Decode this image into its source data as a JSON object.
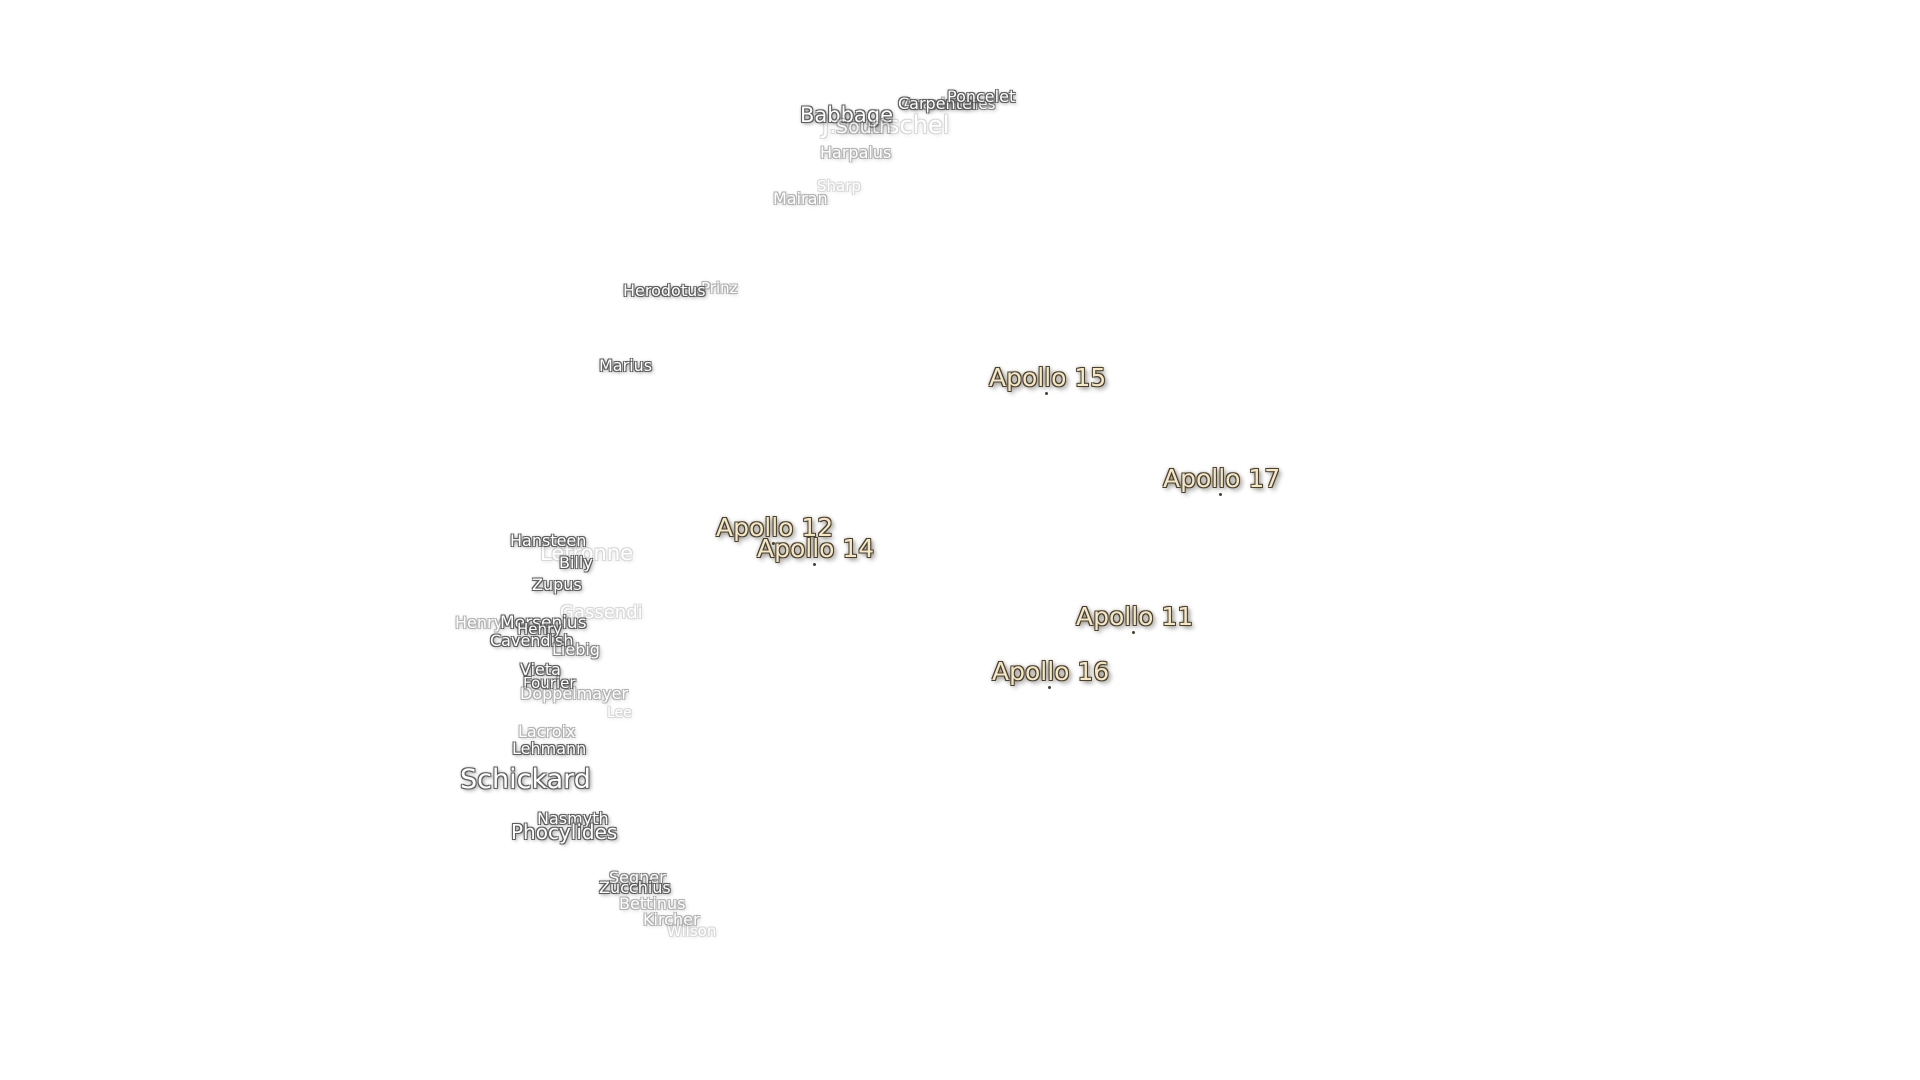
{
  "map": {
    "apollo_sites": [
      {
        "name": "Apollo 15"
      },
      {
        "name": "Apollo 17"
      },
      {
        "name": "Apollo 12"
      },
      {
        "name": "Apollo 14"
      },
      {
        "name": "Apollo 11"
      },
      {
        "name": "Apollo 16"
      }
    ],
    "craters": [
      {
        "name": "Poncelet"
      },
      {
        "name": "Anaximenes"
      },
      {
        "name": "Carpenter"
      },
      {
        "name": "Babbage"
      },
      {
        "name": "South"
      },
      {
        "name": "J. Herschel"
      },
      {
        "name": "Harpalus"
      },
      {
        "name": "Sharp"
      },
      {
        "name": "Mairan"
      },
      {
        "name": "Herodotus"
      },
      {
        "name": "Prinz"
      },
      {
        "name": "Marius"
      },
      {
        "name": "Hansteen"
      },
      {
        "name": "Letronne"
      },
      {
        "name": "Billy"
      },
      {
        "name": "Zupus"
      },
      {
        "name": "Henry"
      },
      {
        "name": "Mersenius"
      },
      {
        "name": "Henry"
      },
      {
        "name": "Gassendi"
      },
      {
        "name": "Cavendish"
      },
      {
        "name": "Liebig"
      },
      {
        "name": "Vieta"
      },
      {
        "name": "Fourier"
      },
      {
        "name": "Doppelmayer"
      },
      {
        "name": "Lee"
      },
      {
        "name": "Lacroix"
      },
      {
        "name": "Lehmann"
      },
      {
        "name": "Schickard"
      },
      {
        "name": "Nasmyth"
      },
      {
        "name": "Phocylides"
      },
      {
        "name": "Segner"
      },
      {
        "name": "Zucchius"
      },
      {
        "name": "Bettinus"
      },
      {
        "name": "Kircher"
      },
      {
        "name": "Wilson"
      }
    ]
  }
}
